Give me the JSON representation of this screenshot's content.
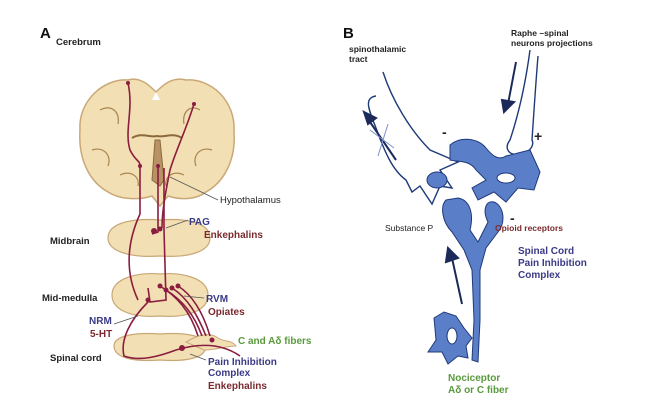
{
  "panel_a": {
    "letter": "A",
    "labels": {
      "cerebrum": "Cerebrum",
      "hypothalamus": "Hypothalamus",
      "pag": "PAG",
      "enkephalins_top": "Enkephalins",
      "midbrain": "Midbrain",
      "mid_medulla": "Mid-medulla",
      "rvm": "RVM",
      "opiates": "Opiates",
      "nrm": "NRM",
      "five_ht": "5-HT",
      "c_ad_fibers": "C and Aδ fibers",
      "spinal_cord": "Spinal cord",
      "pain_inhibition": "Pain Inhibition",
      "complex": "Complex",
      "enkephalins_bottom": "Enkephalins"
    }
  },
  "panel_b": {
    "letter": "B",
    "labels": {
      "spinothalamic_1": "spinothalamic",
      "spinothalamic_2": "tract",
      "raphe_1": "Raphe –spinal",
      "raphe_2": "neurons projections",
      "minus_1": "-",
      "plus": "+",
      "minus_2": "-",
      "substance_p": "Substance P",
      "opioid_receptors": "Opioid receptors",
      "spinal_cord": "Spinal Cord",
      "pain_inhibition": "Pain Inhibition",
      "complex": "Complex",
      "nociceptor": "Nociceptor",
      "fiber": "Aδ or C fiber"
    }
  },
  "colors": {
    "brain_tissue": "#f3dfb4",
    "brain_outline": "#c9a877",
    "pathway": "#8b1d3f",
    "neuron_fill": "#5b7ec8",
    "neuron_outline": "#1f3a7a",
    "arrow": "#1c2a5a",
    "label_blue": "#3b3a86",
    "label_maroon": "#7a2a2e",
    "label_green": "#5a9a3e"
  }
}
